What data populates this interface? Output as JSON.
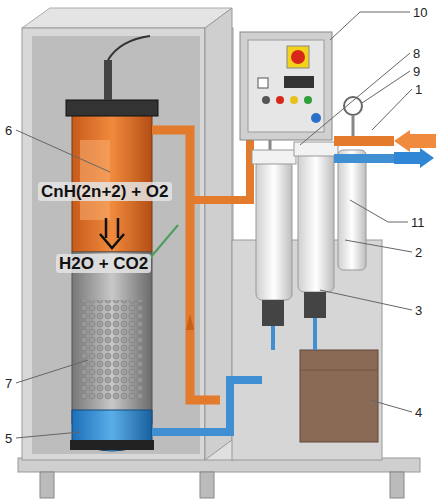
{
  "diagram": {
    "labels": [
      "CnH(2n+2) + O2",
      "H2O + CO2",
      "6",
      "10",
      "8",
      "9",
      "1",
      "11",
      "2",
      "3",
      "4",
      "7",
      "5"
    ]
  }
}
